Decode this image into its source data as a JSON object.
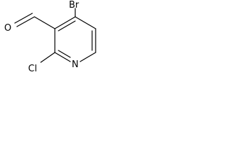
{
  "molecule": {
    "atoms": {
      "bromine": "Br",
      "oxygen": "O",
      "chlorine": "Cl",
      "nitrogen": "N"
    }
  },
  "colors": {
    "bond": "#000000",
    "label": "#000000",
    "background": "#ffffff"
  }
}
